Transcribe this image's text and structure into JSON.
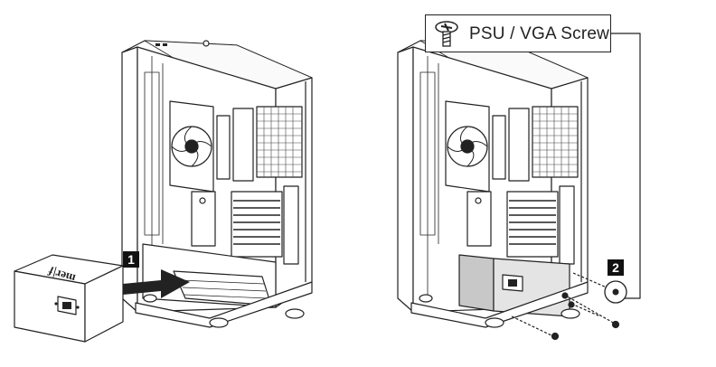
{
  "steps": [
    {
      "number": "1"
    },
    {
      "number": "2"
    }
  ],
  "callout": {
    "label": "PSU / VGA Screw",
    "icon": "screw-icon"
  },
  "psu_brand": "mer|ƒ"
}
